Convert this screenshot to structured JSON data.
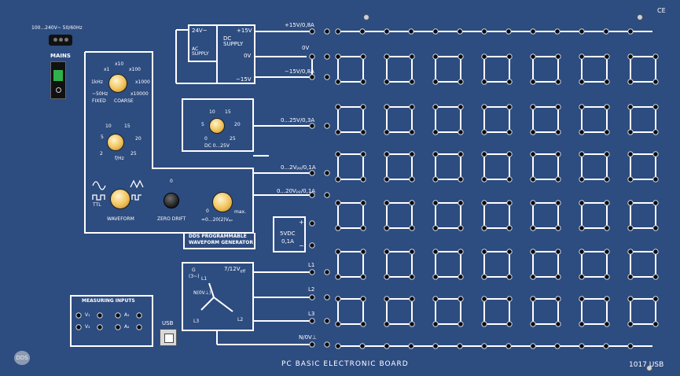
{
  "mains": {
    "voltage_label": "100...240V~ 50/60Hz",
    "label": "MAINS"
  },
  "ac_supply": {
    "voltage": "24V~",
    "label": "AC SUPPLY"
  },
  "dc_supply": {
    "label": "DC SUPPLY",
    "plus": "+15V",
    "zero": "0V",
    "minus": "−15V"
  },
  "outputs": {
    "plus15": "+15V/0,8A",
    "zero": "0V",
    "minus15": "−15V/0,8A",
    "dc25": "0...25V/0,3A",
    "v2": "0...2Vₚₚ/0,1A",
    "v20": "0...20Vₚₚ/0,1A",
    "l1": "L1",
    "l2": "L2",
    "l3": "L3",
    "n0v": "N/0V⊥"
  },
  "dc_source": {
    "ticks": [
      "10",
      "15",
      "5",
      "20",
      "0",
      "25"
    ],
    "label": "DC 0...25V"
  },
  "dds": {
    "range_ticks": [
      "x1",
      "x10",
      "x100",
      "x1000",
      "x10000"
    ],
    "range_left": [
      "1kHz",
      "~50Hz",
      "FIXED"
    ],
    "coarse": "COARSE",
    "freq_ticks": [
      "10",
      "15",
      "5",
      "20",
      "2",
      "25"
    ],
    "freq_label": "f/Hz",
    "waveform_label": "WAVEFORM",
    "ttl_label": "TTL",
    "zero_drift_label": "ZERO DRIFT",
    "zero_drift_zero": "0",
    "amp_label": "≈0...20(2)Vₚₚ",
    "amp_max": "max.",
    "amp_zero": "0",
    "title_line1": "DDS PROGRAMMABLE",
    "title_line2": "WAVEFORM GENERATOR"
  },
  "vdc5": {
    "line1": "5VDC",
    "line2": "0,1A",
    "plus": "+",
    "minus": "−"
  },
  "three_phase": {
    "g_label": "G",
    "g_sub": "(3~)",
    "voltage": "7/12V",
    "voltage_sub": "eff",
    "l1": "L1",
    "l2": "L2",
    "l3": "L3",
    "n": "N(0V⊥)"
  },
  "measuring": {
    "title": "MEASURING INPUTS",
    "v1": "V₁",
    "v2": "V₂",
    "a1": "A₁",
    "a2": "A₂"
  },
  "usb": {
    "label": "USB"
  },
  "board": {
    "name": "PC BASIC ELECTRONIC BOARD",
    "model": "1017 USB",
    "ce": "CE",
    "logo": "DDS"
  },
  "colors": {
    "panel": "#2d4c80",
    "lines": "#ffffff",
    "jacks": "#111111",
    "switch_green": "#2fb24a"
  }
}
